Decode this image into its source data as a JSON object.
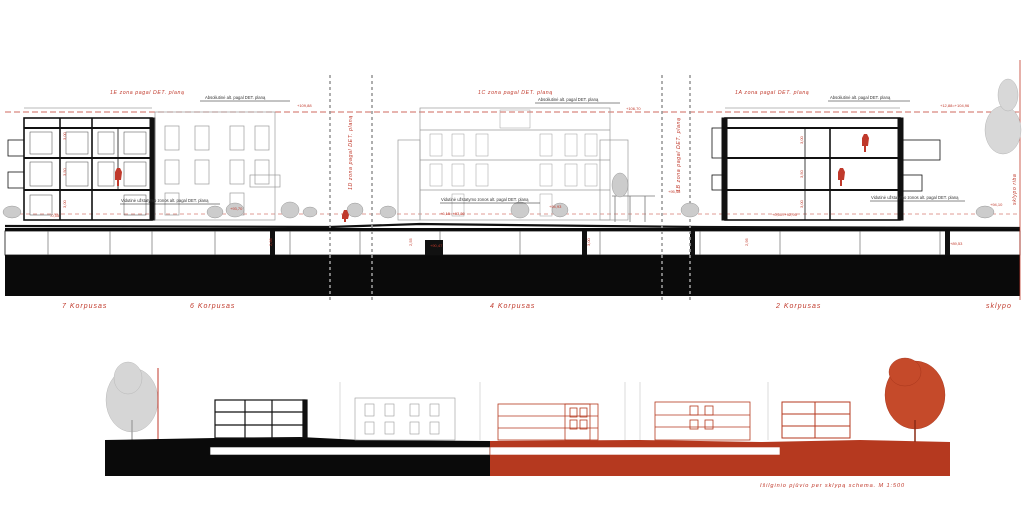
{
  "title": "",
  "colors": {
    "accent": "#c0392b",
    "ink": "#111111",
    "ground": "#0a0a0a",
    "terracotta": "#b5391f",
    "tree_grey": "#b8b8b8",
    "facade_line": "#9a9a9a"
  },
  "zones": [
    {
      "label": "1E zona pagal DET. planą"
    },
    {
      "label": "1C zona pagal DET. planą"
    },
    {
      "label": "1A zona pagal DET. planą"
    },
    {
      "label": "1D zona pagal DET. planą"
    },
    {
      "label": "1B zona pagal DET. planą"
    }
  ],
  "height_notes": [
    {
      "text": "Absoliutinė alt. pagal DET. planą",
      "value": "+109,88"
    },
    {
      "text": "Absoliutinė alt. pagal DET. planą",
      "value": "+106,70"
    },
    {
      "text": "Absoliutinė alt. pagal DET. planą",
      "value": "+12,88=+104,96"
    }
  ],
  "zone_notes": [
    {
      "text": "Vidutinė užstatymo zonos alt. pagal DET. planą",
      "value": "+93,70"
    },
    {
      "text": "Vidutinė užstatymo zonos alt. pagal DET. planą",
      "value": "+94,93"
    },
    {
      "text": "Vidutinė užstatymo zonos alt. pagal DET. planą",
      "value": "+94,10"
    }
  ],
  "elevations": [
    "-0,55",
    "+6,15=+93,30",
    "+95,46",
    "+90,47",
    "+0,00=+92,95",
    "+89,53"
  ],
  "dimensions": [
    "3,00",
    "3,50",
    "3,00",
    "2,95",
    "2,55",
    "3,00",
    "2,95",
    "3,00",
    "3,50",
    "3,00"
  ],
  "buildings": [
    {
      "label": "7 Korpusas"
    },
    {
      "label": "6 Korpusas"
    },
    {
      "label": "4 Korpusas"
    },
    {
      "label": "2 Korpusas"
    },
    {
      "label": "sklypo"
    }
  ],
  "side_label": "sklypo riba",
  "caption": "Išilginio pjūvio per sklypą schema. M 1:500"
}
